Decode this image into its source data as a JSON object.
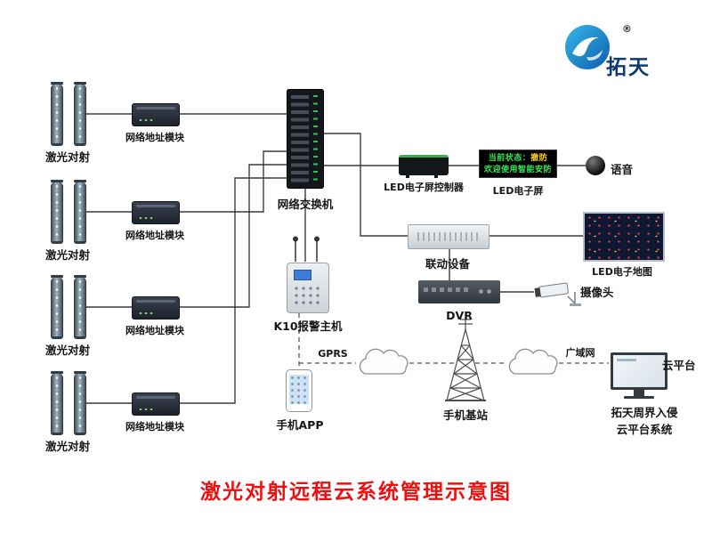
{
  "logo": {
    "brand": "拓天",
    "registered": "®"
  },
  "title": "激光对射远程云系统管理示意图",
  "lasers": {
    "label": "激光对射"
  },
  "modules": {
    "label": "网络地址模块"
  },
  "switch": {
    "label": "网络交换机"
  },
  "k10": {
    "label": "K10报警主机"
  },
  "app": {
    "label": "手机APP"
  },
  "gprs": {
    "label": "GPRS"
  },
  "led_controller": {
    "label": "LED电子屏控制器"
  },
  "led_screen": {
    "label": "LED电子屏",
    "status_prefix": "当前状态：",
    "status_value": "撤防",
    "line2": "欢迎使用智能安防"
  },
  "voice": {
    "label": "语音"
  },
  "linkage": {
    "label": "联动设备"
  },
  "led_map": {
    "label": "LED电子地图"
  },
  "dvr": {
    "label": "DVR"
  },
  "camera": {
    "label": "摄像头"
  },
  "base_station": {
    "label": "手机基站"
  },
  "wan": {
    "label": "广域网"
  },
  "cloud_platform": {
    "label": "云平台",
    "line1": "拓天周界入侵",
    "line2": "云平台系统"
  },
  "colors": {
    "title": "#ee1010",
    "led_green": "#35e85a",
    "led_yellow": "#ffd21e",
    "line": "#3c3c3c"
  }
}
